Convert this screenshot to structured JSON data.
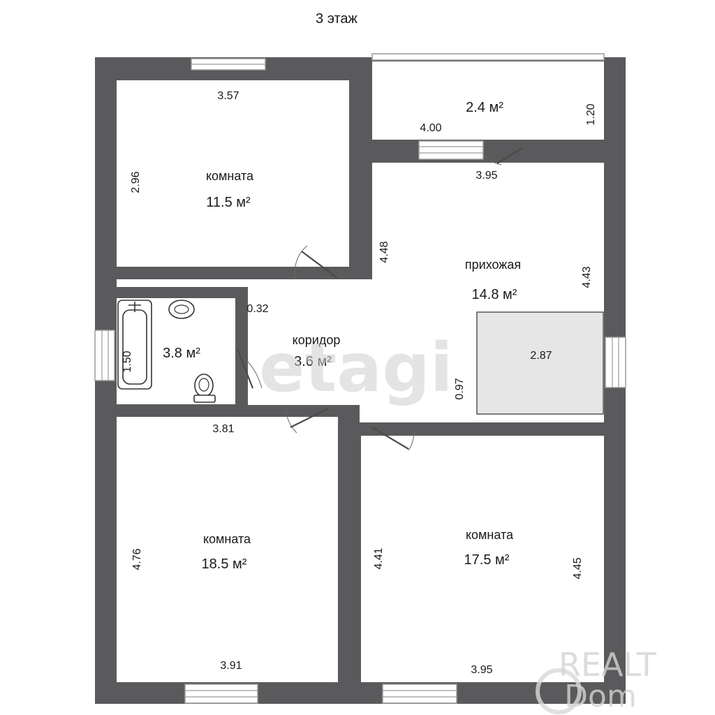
{
  "floor_title": "3 этаж",
  "unit_sq": "м²",
  "rooms": {
    "room_top_left": {
      "name": "комната",
      "area": "11.5 м²"
    },
    "balcony": {
      "area": "2.4 м²"
    },
    "hallway": {
      "name": "прихожая",
      "area": "14.8 м²"
    },
    "bathroom": {
      "area": "3.8 м²"
    },
    "corridor": {
      "name": "коридор",
      "area": "3.6 м²"
    },
    "room_bottom_left": {
      "name": "комната",
      "area": "18.5 м²"
    },
    "room_bottom_right": {
      "name": "комната",
      "area": "17.5 м²"
    }
  },
  "dimensions": {
    "top_left_width": "3.57",
    "top_left_height": "2.96",
    "balcony_width": "4.00",
    "balcony_height": "1.20",
    "hallway_width": "3.95",
    "hallway_left": "4.48",
    "hallway_right": "4.43",
    "wardrobe": "2.87",
    "hallway_gap": "0.97",
    "bath_height": "1.50",
    "corridor_gap": "0.32",
    "bottom_left_top": "3.81",
    "bottom_left_height": "4.76",
    "bottom_left_bottom": "3.91",
    "bottom_right_left": "4.41",
    "bottom_right_right": "4.45",
    "bottom_right_bottom": "3.95"
  },
  "watermarks": {
    "center": "etagi",
    "corner_line1": "REALT",
    "corner_line2": "Dom"
  }
}
